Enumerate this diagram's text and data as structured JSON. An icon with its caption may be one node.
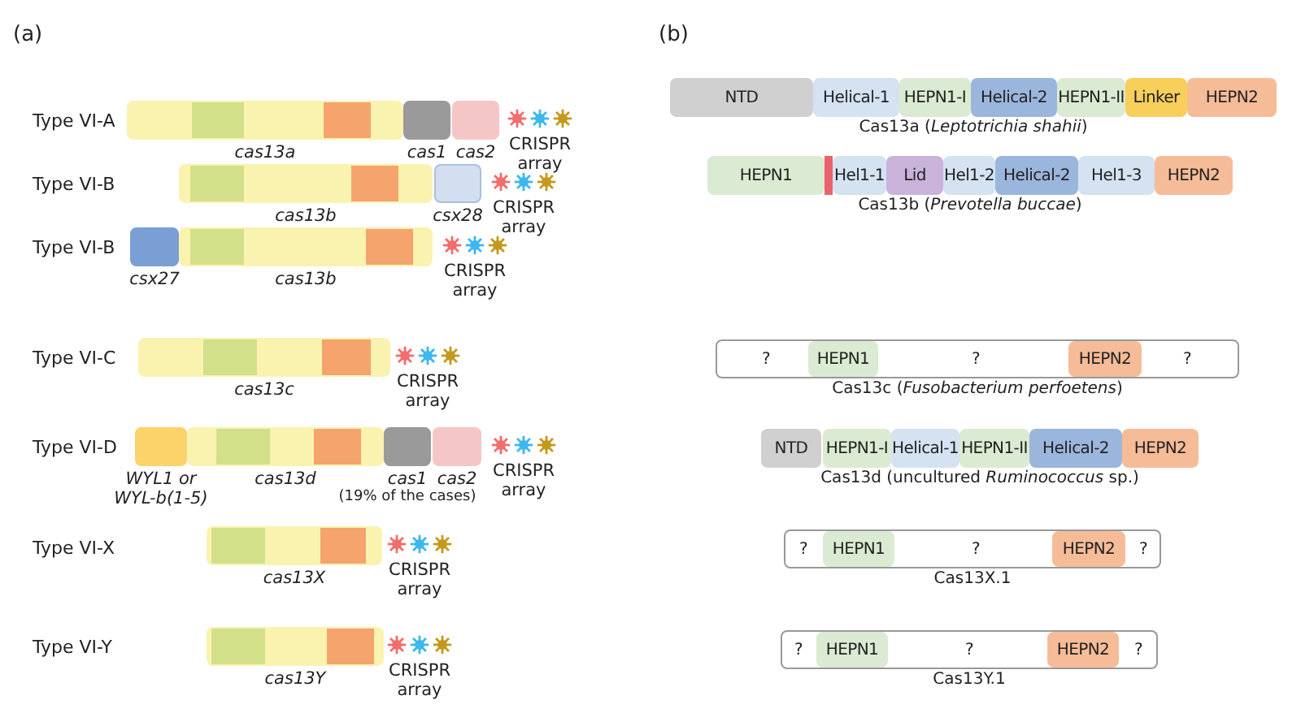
{
  "diagram": {
    "nodes": [
      {
        "text": [
          "cas13a"
        ]
      },
      {
        "text": [
          "cas1"
        ]
      },
      {
        "text": [
          "cas2"
        ]
      },
      {
        "text": [
          "CRISPR array"
        ]
      },
      {
        "text": [
          "cas13b"
        ]
      },
      {
        "text": [
          "csx28"
        ]
      },
      {
        "text": [
          "CRISPR array"
        ]
      },
      {
        "text": [
          "csx27"
        ]
      },
      {
        "text": [
          "cas13b"
        ]
      },
      {
        "text": [
          "CRISPR array"
        ]
      },
      {
        "text": [
          "cas13c"
        ]
      },
      {
        "text": [
          "CRISPR array"
        ]
      },
      {
        "text": [
          "WYL1 or WYL-b(1-5)"
        ]
      },
      {
        "text": [
          "cas13d"
        ]
      },
      {
        "text": [
          "cas1"
        ],
        "beside": [
          "(19% of the cases)"
        ]
      },
      {
        "text": [
          "cas2"
        ]
      },
      {
        "text": [
          "CRISPR array"
        ]
      },
      {
        "text": [
          "cas13X"
        ]
      },
      {
        "text": [
          "CRISPR array"
        ]
      },
      {
        "text": [
          "cas13Y"
        ]
      },
      {
        "text": [
          "CRISPR array"
        ]
      },
      {
        "text": [
          "Cas13a (*Leptotrichia shahii*)"
        ]
      },
      {
        "text": [
          "NTD"
        ],
        "in": 21
      },
      {
        "text": [
          "Helical-1"
        ],
        "in": 21
      },
      {
        "text": [
          "HEPN1-I"
        ],
        "in": 21
      },
      {
        "text": [
          "Helical-2"
        ],
        "in": 21
      },
      {
        "text": [
          "HEPN1-II"
        ],
        "in": 21
      },
      {
        "text": [
          "Linker"
        ],
        "in": 21
      },
      {
        "text": [
          "HEPN2"
        ],
        "in": 21
      },
      {
        "text": [
          "Cas13b (*Prevotella buccae*)"
        ]
      },
      {
        "text": [
          "HEPN1"
        ],
        "in": 29
      },
      {
        "text": [],
        "shape": "bar",
        "in": 29
      },
      {
        "text": [
          "Hel1-1"
        ],
        "in": 29
      },
      {
        "text": [
          "Lid"
        ],
        "in": 29
      },
      {
        "text": [
          "Hel1-2"
        ],
        "in": 29
      },
      {
        "text": [
          "Helical-2"
        ],
        "in": 29
      },
      {
        "text": [
          "Hel1-3"
        ],
        "in": 29
      },
      {
        "text": [
          "HEPN2"
        ],
        "in": 29
      },
      {
        "text": [
          "Cas13c (*Fusobacterium perfoetens*)"
        ]
      },
      {
        "text": [
          "?"
        ],
        "in": 38
      },
      {
        "text": [
          "HEPN1"
        ],
        "in": 38
      },
      {
        "text": [
          "?"
        ],
        "in": 38
      },
      {
        "text": [
          "HEPN2"
        ],
        "in": 38
      },
      {
        "text": [
          "?"
        ],
        "in": 38
      },
      {
        "text": [
          "Cas13d (uncultured *Ruminococcus* sp.)"
        ]
      },
      {
        "text": [
          "NTD"
        ],
        "in": 44
      },
      {
        "text": [
          "HEPN1-I"
        ],
        "in": 44
      },
      {
        "text": [
          "Helical-1"
        ],
        "in": 44
      },
      {
        "text": [
          "HEPN1-II"
        ],
        "in": 44
      },
      {
        "text": [
          "Helical-2"
        ],
        "in": 44
      },
      {
        "text": [
          "HEPN2"
        ],
        "in": 44
      },
      {
        "text": [
          "Cas13X.1"
        ]
      },
      {
        "text": [
          "?"
        ],
        "in": 51
      },
      {
        "text": [
          "HEPN1"
        ],
        "in": 51
      },
      {
        "text": [
          "?"
        ],
        "in": 51
      },
      {
        "text": [
          "HEPN2"
        ],
        "in": 51
      },
      {
        "text": [
          "?"
        ],
        "in": 51
      },
      {
        "text": [
          "Cas13Y.1"
        ]
      },
      {
        "text": [
          "?"
        ],
        "in": 57
      },
      {
        "text": [
          "HEPN1"
        ],
        "in": 57
      },
      {
        "text": [
          "?"
        ],
        "in": 57
      },
      {
        "text": [
          "HEPN2"
        ],
        "in": 57
      },
      {
        "text": [
          "?"
        ],
        "in": 57
      }
    ],
    "labels": [
      "(a)",
      "(b)",
      "Type VI-A",
      "Type VI-B",
      "Type VI-B",
      "Type VI-C",
      "Type VI-D",
      "Type VI-X",
      "Type VI-Y"
    ]
  }
}
